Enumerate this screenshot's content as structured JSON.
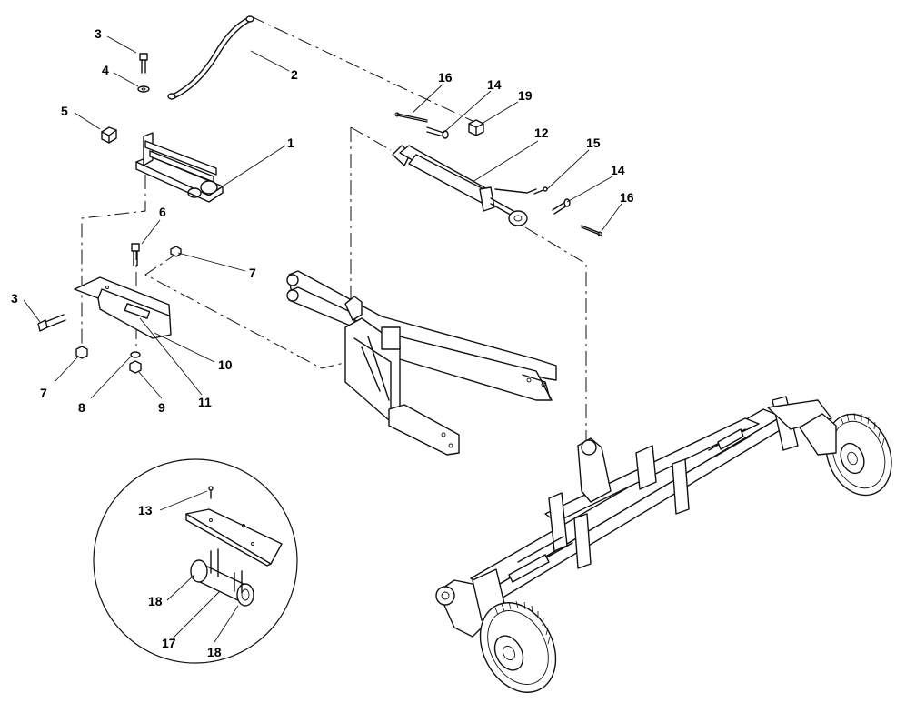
{
  "callouts": [
    {
      "id": "c3a",
      "text": "3"
    },
    {
      "id": "c4",
      "text": "4"
    },
    {
      "id": "c5",
      "text": "5"
    },
    {
      "id": "c2",
      "text": "2"
    },
    {
      "id": "c1",
      "text": "1"
    },
    {
      "id": "c6",
      "text": "6"
    },
    {
      "id": "c7a",
      "text": "7"
    },
    {
      "id": "c3b",
      "text": "3"
    },
    {
      "id": "c10",
      "text": "10"
    },
    {
      "id": "c7b",
      "text": "7"
    },
    {
      "id": "c8",
      "text": "8"
    },
    {
      "id": "c9",
      "text": "9"
    },
    {
      "id": "c11",
      "text": "11"
    },
    {
      "id": "c16a",
      "text": "16"
    },
    {
      "id": "c14a",
      "text": "14"
    },
    {
      "id": "c19",
      "text": "19"
    },
    {
      "id": "c12",
      "text": "12"
    },
    {
      "id": "c15",
      "text": "15"
    },
    {
      "id": "c14b",
      "text": "14"
    },
    {
      "id": "c16b",
      "text": "16"
    },
    {
      "id": "c13",
      "text": "13"
    },
    {
      "id": "c18a",
      "text": "18"
    },
    {
      "id": "c17",
      "text": "17"
    },
    {
      "id": "c18b",
      "text": "18"
    }
  ]
}
